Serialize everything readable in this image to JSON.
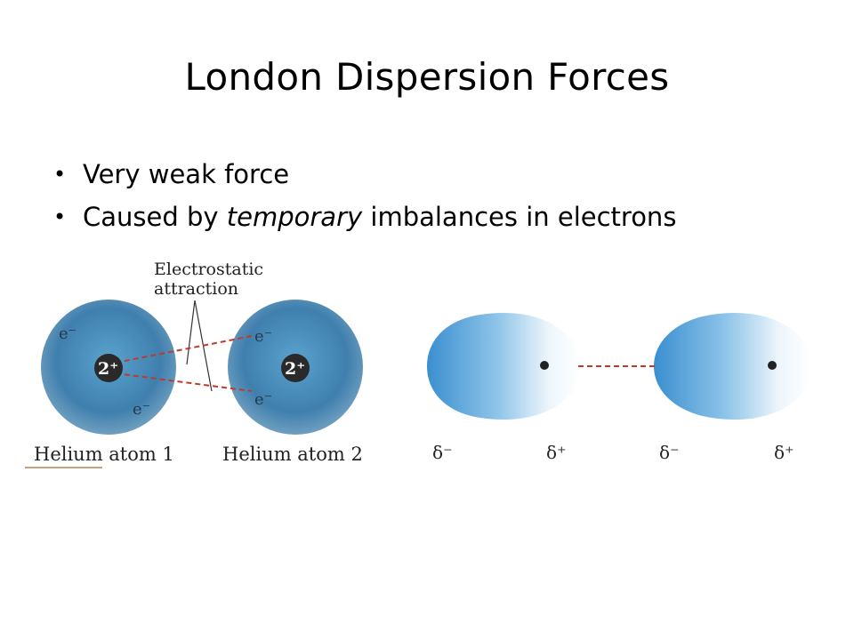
{
  "slide": {
    "title": "London Dispersion Forces",
    "bullet_symbol": "•",
    "bullets": [
      {
        "text": "Very weak force"
      },
      {
        "before": "Caused by ",
        "emphasis": "temporary",
        "after": " imbalances in electrons"
      }
    ]
  },
  "diagram": {
    "callout": {
      "line1": "Electrostatic",
      "line2": "attraction"
    },
    "electron_label": "e⁻",
    "nucleus_charge": "2⁺",
    "atom_labels": [
      "Helium atom 1",
      "Helium atom 2"
    ],
    "dipole_labels": [
      "δ⁻",
      "δ⁺",
      "δ⁻",
      "δ⁺"
    ],
    "colors": {
      "atom_blue": "#3f85b8",
      "dash_red": "#c0392b",
      "nucleus": "#2a2a2a"
    }
  }
}
